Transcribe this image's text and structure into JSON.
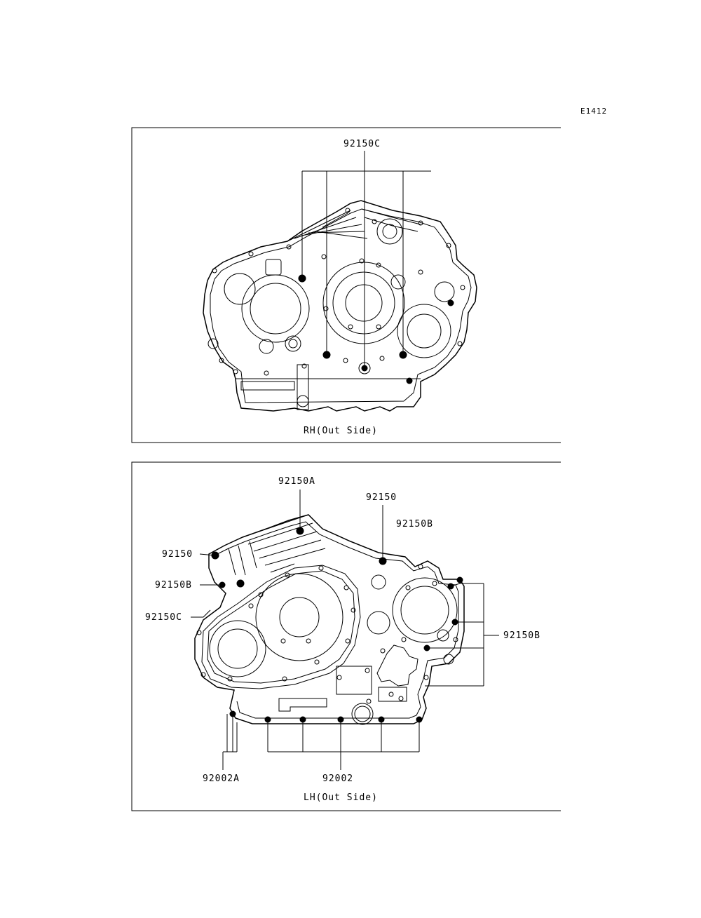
{
  "figure_code": "E1412",
  "panels": {
    "rh": {
      "caption": "RH(Out Side)",
      "callouts": {
        "top": "92150C"
      }
    },
    "lh": {
      "caption": "LH(Out Side)",
      "callouts": {
        "top_a": "92150A",
        "top_b": "92150",
        "top_c": "92150B",
        "left_a": "92150",
        "left_b": "92150B",
        "left_c": "92150C",
        "right_a": "92150B",
        "bottom_a": "92002A",
        "bottom_b": "92002"
      }
    }
  }
}
